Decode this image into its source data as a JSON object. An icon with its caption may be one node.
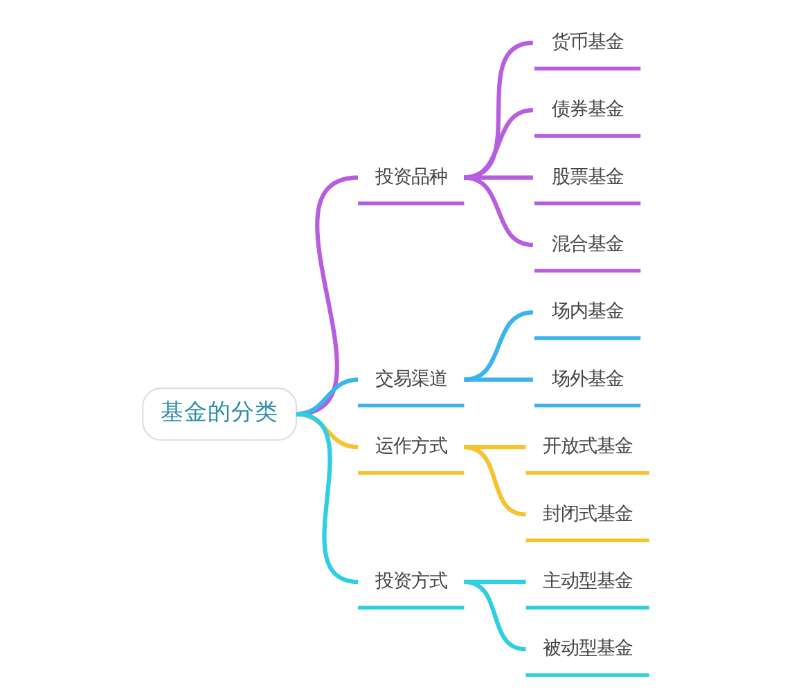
{
  "diagram": {
    "nodes": [
      {
        "text": [
          "基金的分类"
        ]
      },
      {
        "text": [
          "投资品种"
        ]
      },
      {
        "text": [
          "货币基金"
        ]
      },
      {
        "text": [
          "债券基金"
        ]
      },
      {
        "text": [
          "股票基金"
        ]
      },
      {
        "text": [
          "混合基金"
        ]
      },
      {
        "text": [
          "交易渠道"
        ]
      },
      {
        "text": [
          "场内基金"
        ]
      },
      {
        "text": [
          "场外基金"
        ]
      },
      {
        "text": [
          "运作方式"
        ]
      },
      {
        "text": [
          "开放式基金"
        ]
      },
      {
        "text": [
          "封闭式基金"
        ]
      },
      {
        "text": [
          "投资方式"
        ]
      },
      {
        "text": [
          "主动型基金"
        ]
      },
      {
        "text": [
          "被动型基金"
        ]
      }
    ],
    "edges": [
      {
        "from": 0,
        "to": 1,
        "arrow": "none",
        "color": "#b65de0"
      },
      {
        "from": 1,
        "to": 2,
        "arrow": "none",
        "color": "#b65de0"
      },
      {
        "from": 1,
        "to": 3,
        "arrow": "none",
        "color": "#b65de0"
      },
      {
        "from": 1,
        "to": 4,
        "arrow": "none",
        "color": "#b65de0"
      },
      {
        "from": 1,
        "to": 5,
        "arrow": "none",
        "color": "#b65de0"
      },
      {
        "from": 0,
        "to": 6,
        "arrow": "none",
        "color": "#3bb3ec"
      },
      {
        "from": 6,
        "to": 7,
        "arrow": "none",
        "color": "#3bb3ec"
      },
      {
        "from": 6,
        "to": 8,
        "arrow": "none",
        "color": "#3bb3ec"
      },
      {
        "from": 0,
        "to": 9,
        "arrow": "none",
        "color": "#f7c12f"
      },
      {
        "from": 9,
        "to": 10,
        "arrow": "none",
        "color": "#f7c12f"
      },
      {
        "from": 9,
        "to": 11,
        "arrow": "none",
        "color": "#f7c12f"
      },
      {
        "from": 0,
        "to": 12,
        "arrow": "none",
        "color": "#2ecfe0"
      },
      {
        "from": 12,
        "to": 13,
        "arrow": "none",
        "color": "#2ecfe0"
      },
      {
        "from": 12,
        "to": 14,
        "arrow": "none",
        "color": "#2ecfe0"
      }
    ]
  }
}
